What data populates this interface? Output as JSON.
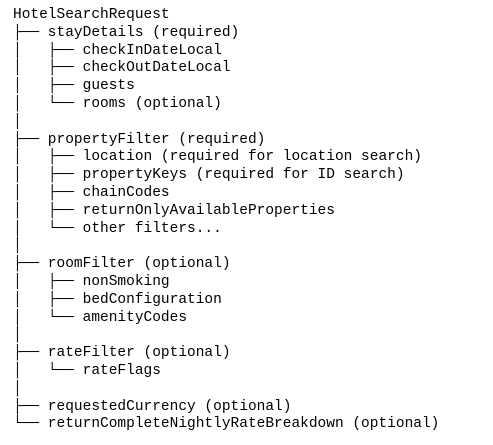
{
  "diagram": {
    "lines": [
      "HotelSearchRequest",
      "├── stayDetails (required)",
      "│   ├── checkInDateLocal",
      "│   ├── checkOutDateLocal",
      "│   ├── guests",
      "│   └── rooms (optional)",
      "│",
      "├── propertyFilter (required)",
      "│   ├── location (required for location search)",
      "│   ├── propertyKeys (required for ID search)",
      "│   ├── chainCodes",
      "│   ├── returnOnlyAvailableProperties",
      "│   └── other filters...",
      "│",
      "├── roomFilter (optional)",
      "│   ├── nonSmoking",
      "│   ├── bedConfiguration",
      "│   └── amenityCodes",
      "│",
      "├── rateFilter (optional)",
      "│   └── rateFlags",
      "│",
      "├── requestedCurrency (optional)",
      "└── returnCompleteNightlyRateBreakdown (optional)"
    ]
  }
}
